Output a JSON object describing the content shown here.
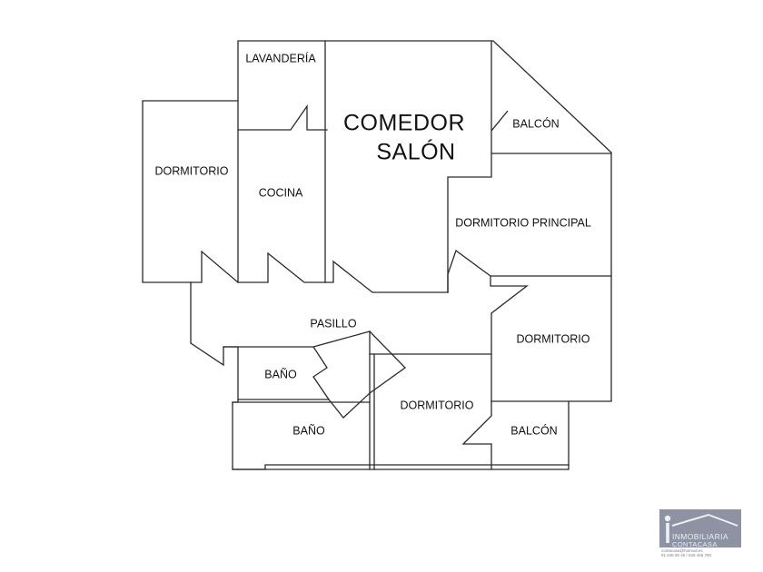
{
  "plan": {
    "rooms": {
      "lavanderia": "LAVANDERÍA",
      "comedor_line1": "COMEDOR",
      "comedor_line2": "SALÓN",
      "balcon_top": "BALCÓN",
      "dormitorio_left": "DORMITORIO",
      "cocina": "COCINA",
      "dormitorio_principal": "DORMITORIO PRINCIPAL",
      "pasillo": "PASILLO",
      "dormitorio_right": "DORMITORIO",
      "bano_upper": "BAÑO",
      "bano_lower": "BAÑO",
      "dormitorio_bottom": "DORMITORIO",
      "balcon_bottom": "BALCÓN"
    }
  },
  "logo": {
    "line1": "INMOBILIARIA",
    "line2": "CONTACASA",
    "email": "contacasa@hotmail.es",
    "phones": "91 645 90 40 / 629 456 790"
  }
}
